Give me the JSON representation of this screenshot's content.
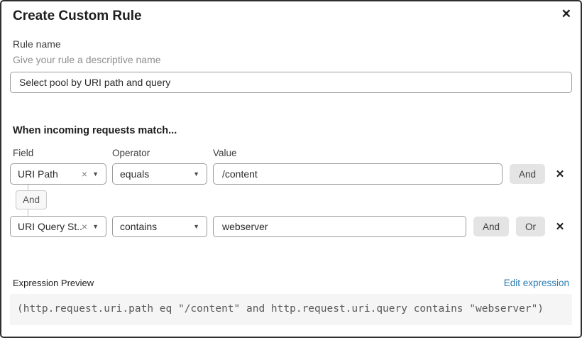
{
  "dialog": {
    "title": "Create Custom Rule"
  },
  "icons": {
    "close": "✕",
    "clear": "×",
    "chevron_down": "▼",
    "remove": "✕"
  },
  "rule_name": {
    "label": "Rule name",
    "hint": "Give your rule a descriptive name",
    "value": "Select pool by URI path and query"
  },
  "match_section": {
    "heading": "When incoming requests match...",
    "columns": {
      "field": "Field",
      "operator": "Operator",
      "value": "Value"
    },
    "rows": [
      {
        "field": "URI Path",
        "operator": "equals",
        "value": "/content",
        "buttons": [
          "And"
        ]
      },
      {
        "field": "URI Query St...",
        "operator": "contains",
        "value": "webserver",
        "buttons": [
          "And",
          "Or"
        ]
      }
    ],
    "connector_label": "And"
  },
  "expression_preview": {
    "label": "Expression Preview",
    "edit_link": "Edit expression",
    "expression": "(http.request.uri.path eq \"/content\" and http.request.uri.query contains \"webserver\")"
  },
  "colors": {
    "link_blue": "#2c7cb0",
    "button_gray": "#e4e4e4",
    "code_background": "#f5f5f5",
    "input_border": "#9b9b9b",
    "dialog_border": "#2e2e2e"
  }
}
